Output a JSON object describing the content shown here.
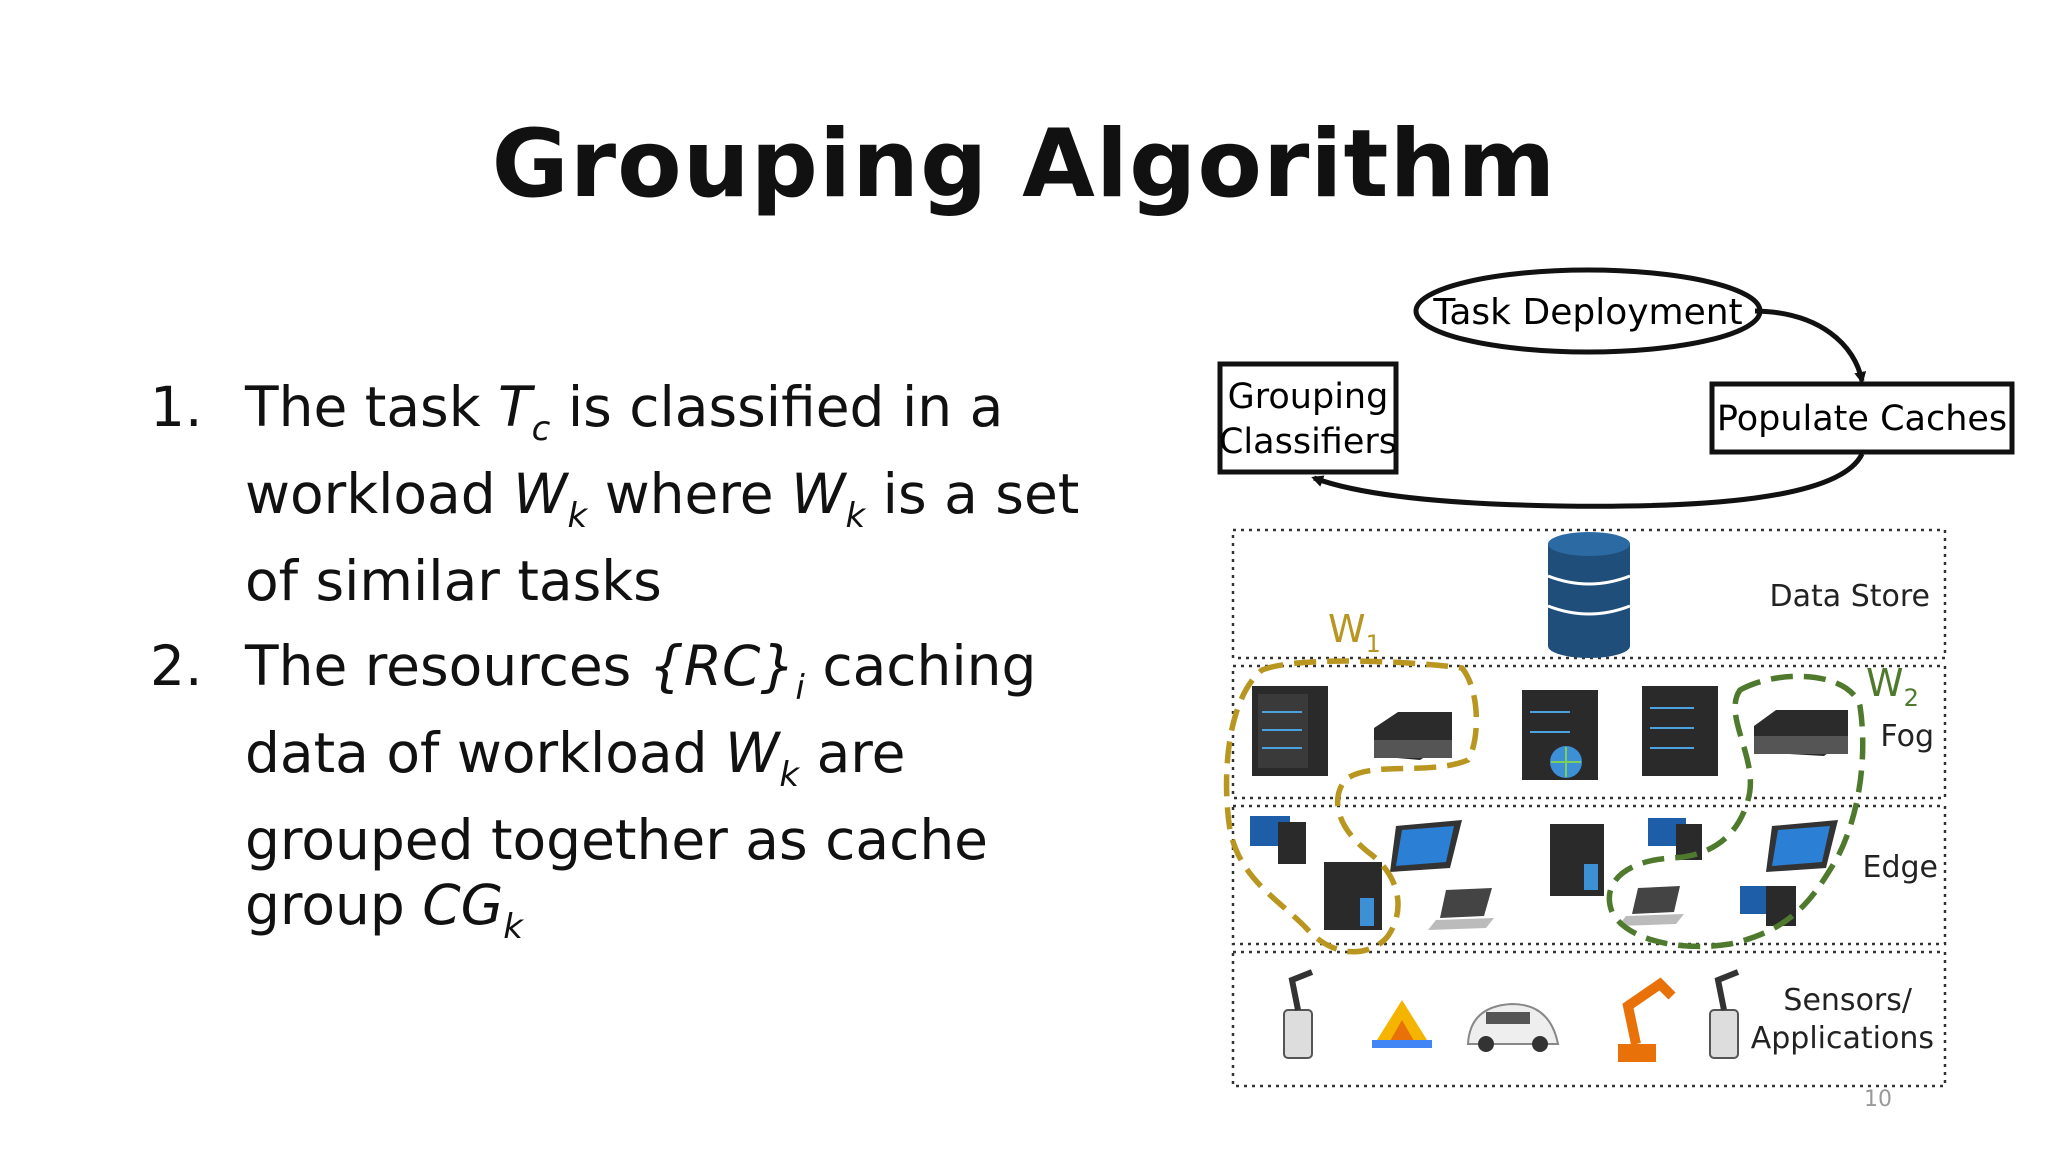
{
  "slide": {
    "title": "Grouping Algorithm",
    "page_number": "10",
    "items": [
      {
        "number": "1.",
        "parts": [
          "The task ",
          "T",
          "c",
          " is classified in a workload ",
          "W",
          "k",
          " where ",
          "W",
          "k",
          " is a set of similar tasks"
        ]
      },
      {
        "number": "2.",
        "parts": [
          "The resources ",
          "{RC}",
          "i",
          " caching data of workload ",
          "W",
          "k",
          " are grouped together as cache group ",
          "CG",
          "k"
        ]
      }
    ]
  },
  "diagram": {
    "cycle": {
      "task_deployment": "Task Deployment",
      "populate_caches": "Populate Caches",
      "grouping_classifiers_line1": "Grouping",
      "grouping_classifiers_line2": "Classifiers"
    },
    "layers": {
      "data_store": "Data Store",
      "fog": "Fog",
      "edge": "Edge",
      "sensors_line1": "Sensors/",
      "sensors_line2": "Applications"
    },
    "workloads": {
      "w1_letter": "W",
      "w1_sub": "1",
      "w2_letter": "W",
      "w2_sub": "2"
    },
    "colors": {
      "w1": "#b8961f",
      "w2": "#4f7a2e",
      "database": "#1f4e7a"
    },
    "icons": [
      "database-icon",
      "tower-server-icon",
      "rack-server-icon",
      "globe-server-icon",
      "desktop-pc-icon",
      "tablet-icon",
      "laptop-icon",
      "phone-server-icon",
      "robot-arm-icon",
      "cloud-platform-icon",
      "self-driving-car-icon",
      "industrial-robot-icon"
    ]
  }
}
